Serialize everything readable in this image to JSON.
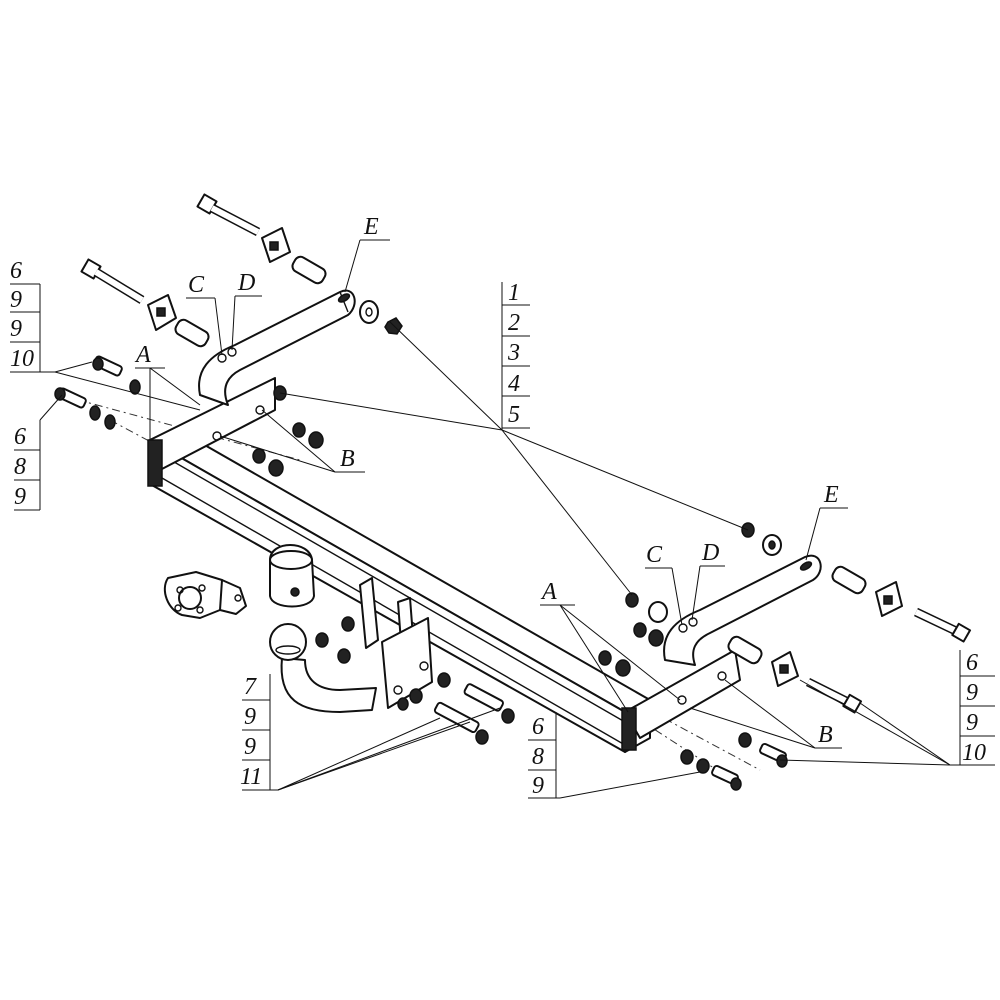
{
  "callouts": {
    "left_top_stack": [
      "6",
      "9",
      "9",
      "10"
    ],
    "left_bottom_stack": [
      "6",
      "8",
      "9"
    ],
    "center_stack": [
      "1",
      "2",
      "3",
      "4",
      "5"
    ],
    "ball_stack": [
      "7",
      "9",
      "9",
      "11"
    ],
    "bottom_center_stack": [
      "6",
      "8",
      "9"
    ],
    "right_stack": [
      "6",
      "9",
      "9",
      "10"
    ]
  },
  "letters": {
    "a_left": "A",
    "b_left": "B",
    "c_left": "C",
    "d_left": "D",
    "e_left": "E",
    "a_right": "A",
    "b_right": "B",
    "c_right": "C",
    "d_right": "D",
    "e_right": "E"
  },
  "colors": {
    "line": "#111111",
    "background": "#ffffff"
  }
}
